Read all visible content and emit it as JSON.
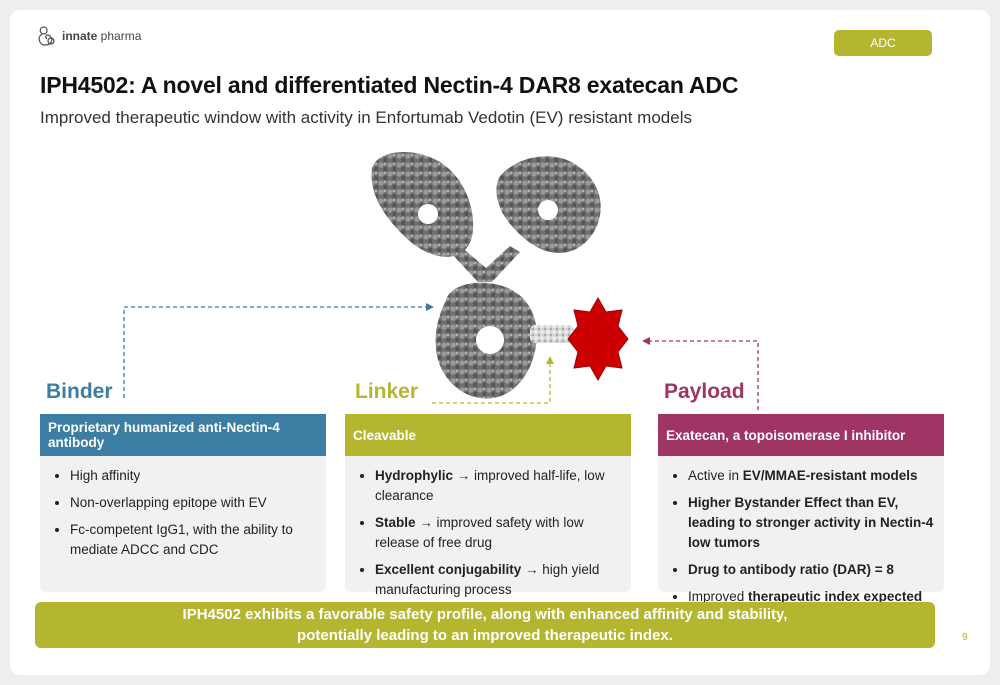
{
  "logo": {
    "brand_bold": "innate",
    "brand_rest": " pharma"
  },
  "tag": "ADC",
  "title": "IPH4502:  A novel and differentiated Nectin-4 DAR8 exatecan ADC",
  "subtitle": "Improved therapeutic window with activity in Enfortumab Vedotin (EV) resistant models",
  "colors": {
    "binder": "#3b7da3",
    "linker": "#b4b630",
    "payload": "#9e3565",
    "payload_star": "#cc0000"
  },
  "binder": {
    "title": "Binder",
    "header": "Proprietary humanized anti-Nectin-4 antibody",
    "items": [
      "High affinity",
      "Non-overlapping epitope with EV",
      "Fc-competent IgG1, with the ability to mediate ADCC and CDC"
    ]
  },
  "linker": {
    "title": "Linker",
    "header": "Cleavable",
    "items": [
      {
        "bold": "Hydrophylic",
        "rest": " → improved half-life, low clearance"
      },
      {
        "bold": "Stable",
        "rest": " → improved safety with low release of free drug"
      },
      {
        "bold": "Excellent conjugability",
        "rest": " → high yield manufacturing process"
      }
    ]
  },
  "payload": {
    "title": "Payload",
    "header": "Exatecan, a topoisomerase I inhibitor",
    "items": [
      {
        "pre": "Active in ",
        "bold": "EV/MMAE-resistant models"
      },
      {
        "pre": "",
        "bold": "Higher Bystander Effect than EV, leading to stronger activity in Nectin-4 low tumors"
      },
      {
        "pre": "",
        "bold": "Drug to antibody ratio (DAR) = 8"
      },
      {
        "pre": "Improved ",
        "bold": "therapeutic index expected"
      }
    ]
  },
  "summary": {
    "line1": "IPH4502 exhibits a favorable safety profile, along with enhanced affinity and stability,",
    "line2": "potentially leading to an improved therapeutic index."
  },
  "page_number": "9"
}
